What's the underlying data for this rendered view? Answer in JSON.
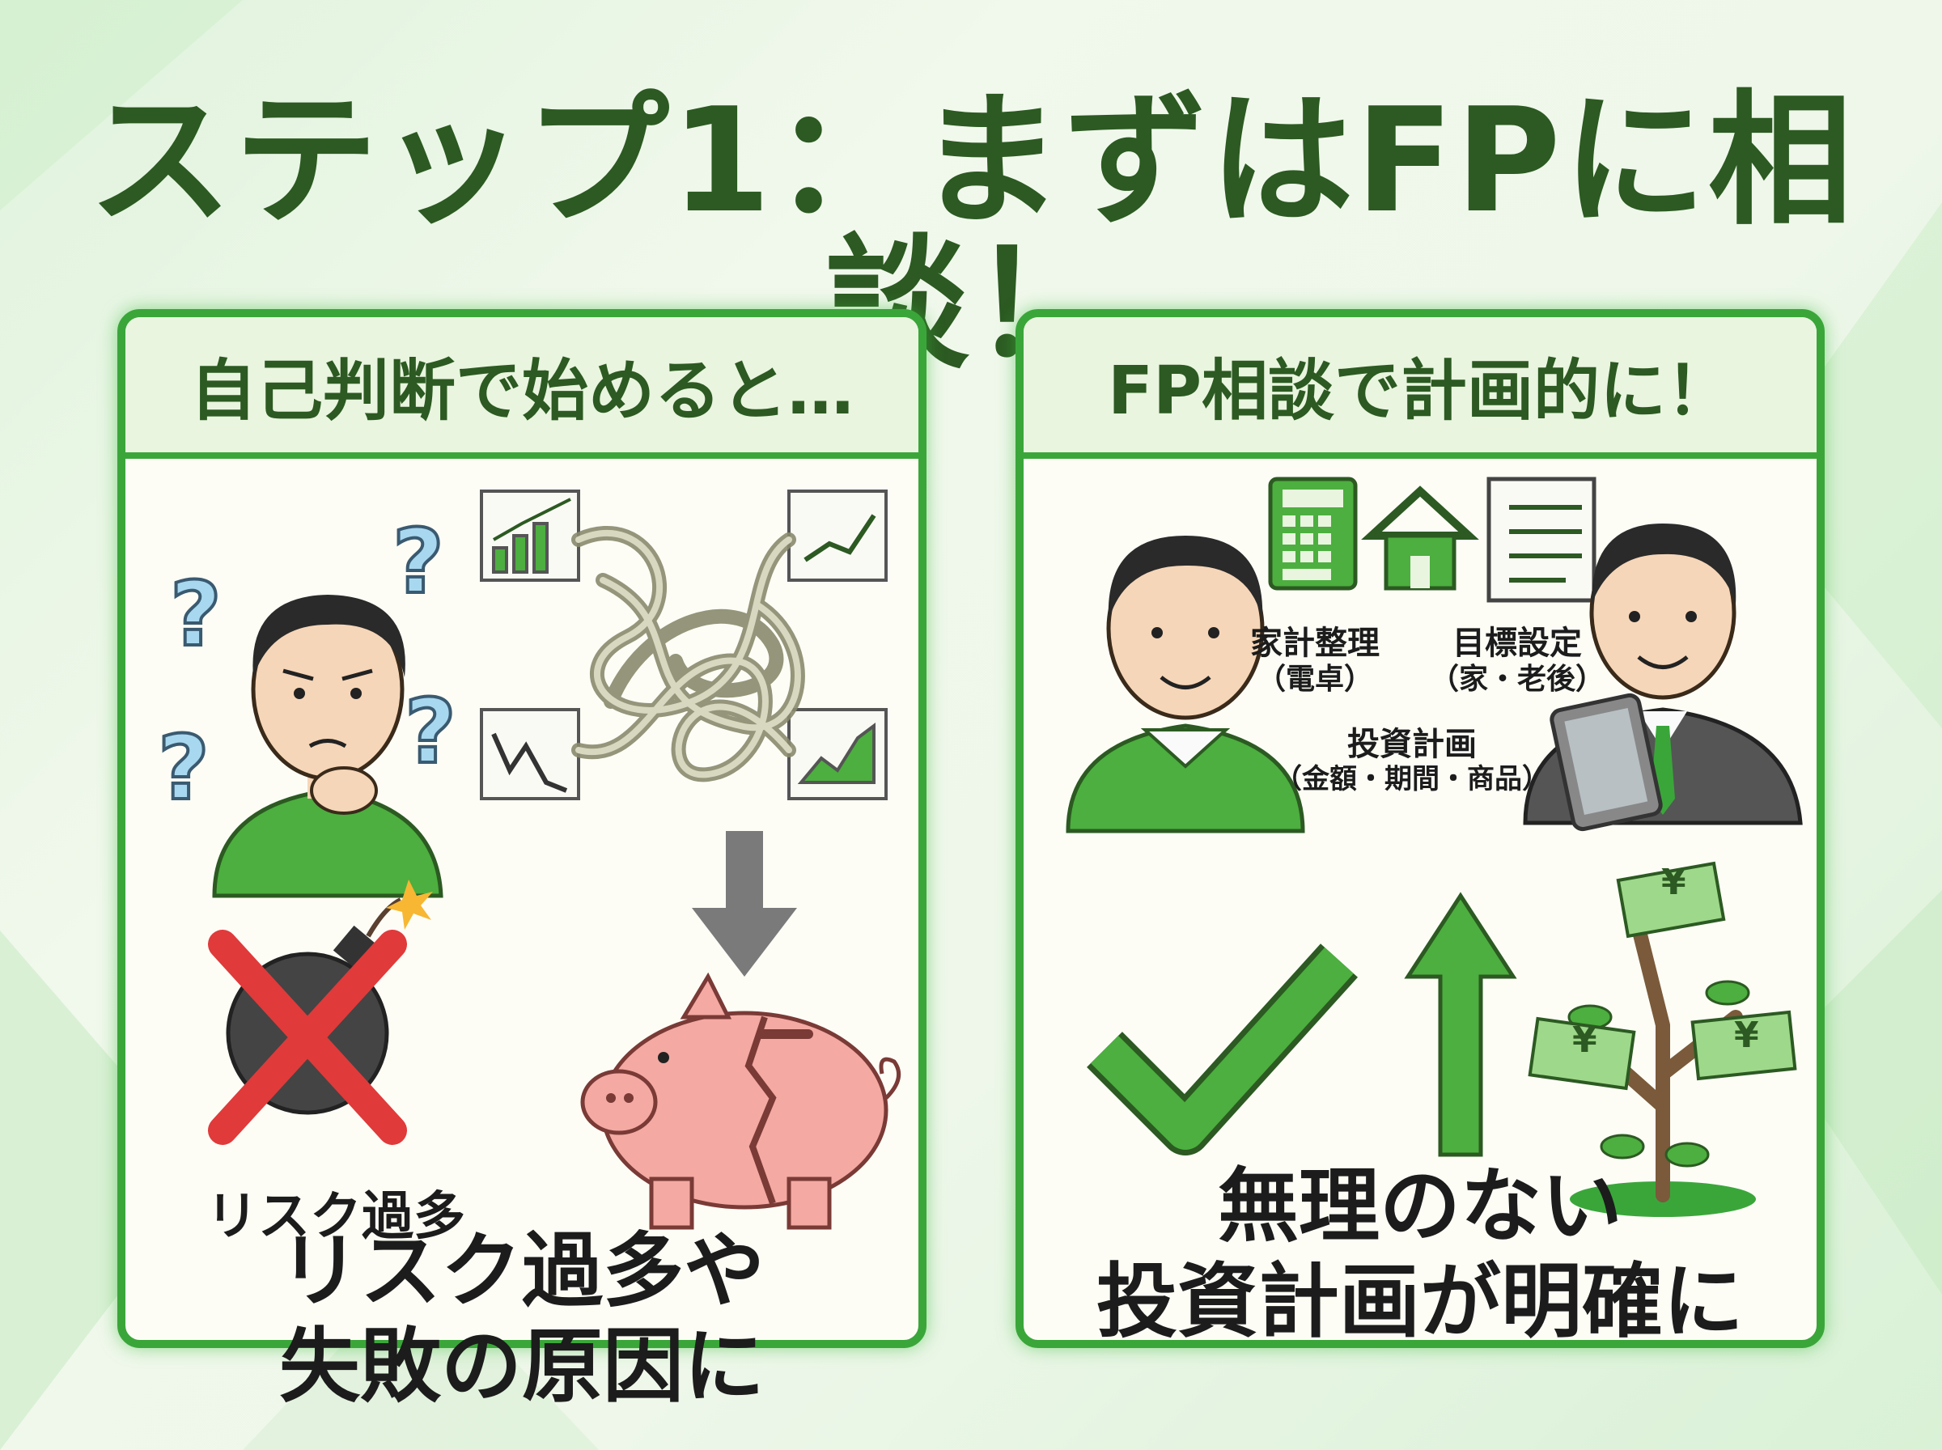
{
  "title": "ステップ1：まずはFPに相談！",
  "left_panel": {
    "header": "自己判断で始めると…",
    "risk_label": "リスク過多",
    "conclusion_line1": "リスク過多や",
    "conclusion_line2": "失敗の原因に",
    "icons": [
      "confused-person-icon",
      "question-mark-icon",
      "stock-chart-icon",
      "tangled-path-icon",
      "bomb-icon",
      "cross-mark-icon",
      "down-arrow-icon",
      "broken-piggy-bank-icon"
    ]
  },
  "right_panel": {
    "header": "FP相談で計画的に！",
    "item1_label": "家計整理",
    "item1_sub": "（電卓）",
    "item2_label": "目標設定",
    "item2_sub": "（家・老後）",
    "item3_label": "投資計画",
    "item3_sub": "（金額・期間・商品）",
    "conclusion_line1": "無理のない",
    "conclusion_line2": "投資計画が明確に",
    "yen_symbol": "¥",
    "icons": [
      "client-person-icon",
      "advisor-person-icon",
      "calculator-icon",
      "house-icon",
      "document-icon",
      "tablet-icon",
      "check-mark-icon",
      "up-arrow-icon",
      "money-tree-icon"
    ]
  },
  "colors": {
    "green_dark": "#2c5a22",
    "green_border": "#3aa63a",
    "green_fill": "#4caf3f",
    "red_cross": "#e03a3a",
    "pink_piggy": "#f4a9a3"
  }
}
